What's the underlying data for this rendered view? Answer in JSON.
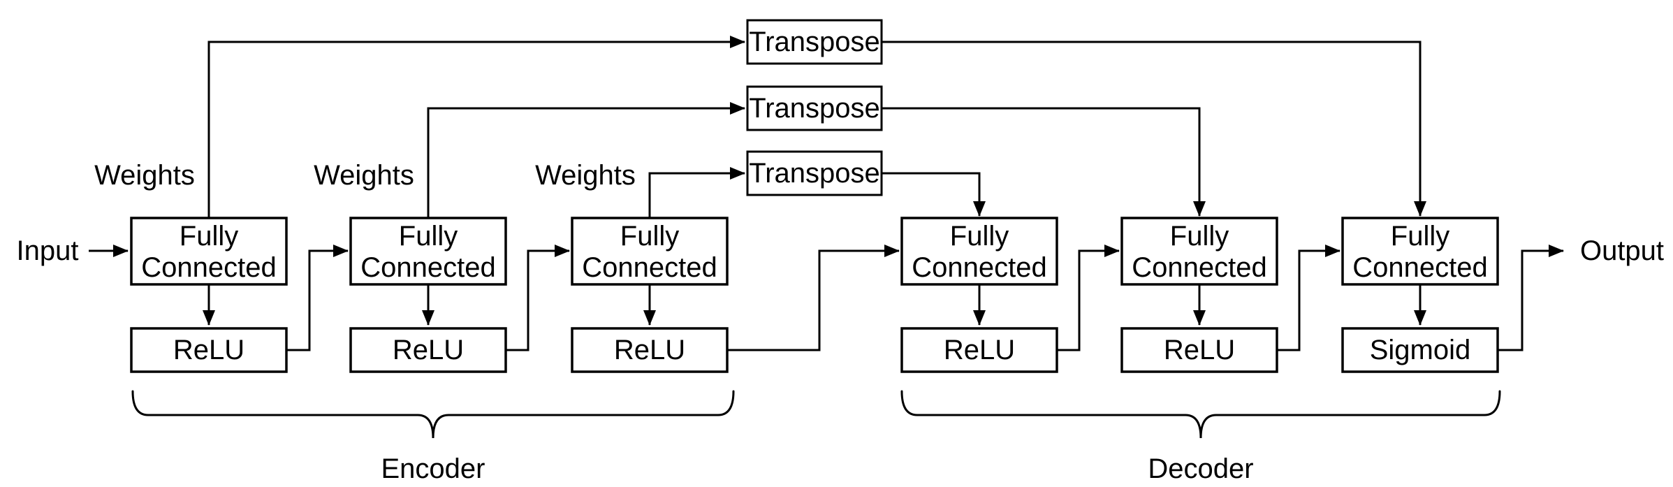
{
  "diagram": {
    "kind": "tied-weights-autoencoder-architecture",
    "colors": {
      "stroke": "#000000",
      "background": "#ffffff",
      "box_fill": "#ffffff"
    },
    "io": {
      "input_label": "Input",
      "output_label": "Output"
    },
    "weights_label": "Weights",
    "groups": [
      {
        "id": "encoder",
        "label": "Encoder"
      },
      {
        "id": "decoder",
        "label": "Decoder"
      }
    ],
    "layers": [
      {
        "id": "encoder_fc1",
        "group": "encoder",
        "type_line1": "Fully",
        "type_line2": "Connected",
        "activation": "ReLU",
        "weights_label_shown": true
      },
      {
        "id": "encoder_fc2",
        "group": "encoder",
        "type_line1": "Fully",
        "type_line2": "Connected",
        "activation": "ReLU",
        "weights_label_shown": true
      },
      {
        "id": "encoder_fc3",
        "group": "encoder",
        "type_line1": "Fully",
        "type_line2": "Connected",
        "activation": "ReLU",
        "weights_label_shown": true
      },
      {
        "id": "decoder_fc1",
        "group": "decoder",
        "type_line1": "Fully",
        "type_line2": "Connected",
        "activation": "ReLU",
        "weights_label_shown": false
      },
      {
        "id": "decoder_fc2",
        "group": "decoder",
        "type_line1": "Fully",
        "type_line2": "Connected",
        "activation": "ReLU",
        "weights_label_shown": false
      },
      {
        "id": "decoder_fc3",
        "group": "decoder",
        "type_line1": "Fully",
        "type_line2": "Connected",
        "activation": "Sigmoid",
        "weights_label_shown": false
      }
    ],
    "transpose_nodes": [
      {
        "label": "Transpose",
        "from": "encoder_fc1",
        "to": "decoder_fc3"
      },
      {
        "label": "Transpose",
        "from": "encoder_fc2",
        "to": "decoder_fc2"
      },
      {
        "label": "Transpose",
        "from": "encoder_fc3",
        "to": "decoder_fc1"
      }
    ]
  }
}
